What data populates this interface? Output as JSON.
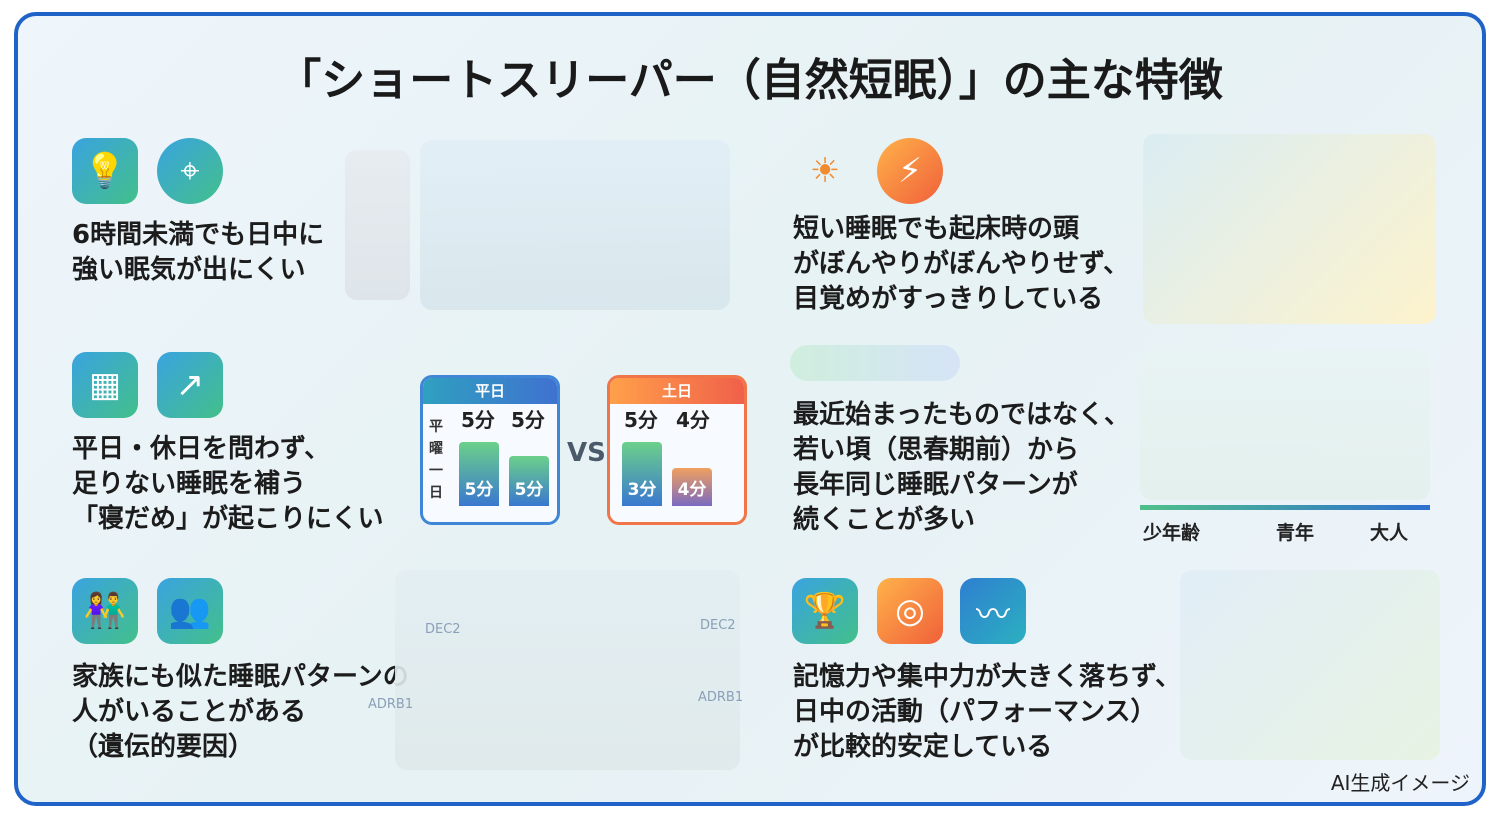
{
  "title": "「ショートスリーパー（自然短眠）」の主な特徴",
  "features": [
    {
      "text": "6時間未満でも日中に\n強い眠気が出にくい",
      "icons": [
        "lightbulb-icon",
        "target-icon"
      ]
    },
    {
      "text": "平日・休日を問わず、\n足りない睡眠を補う\n「寝だめ」が起こりにくい",
      "icons": [
        "calendar-icon",
        "chart-icon"
      ]
    },
    {
      "text": "家族にも似た睡眠パターンの\n人がいることがある\n（遺伝的要因）",
      "icons": [
        "family-icon",
        "group-icon"
      ]
    },
    {
      "text": "短い睡眠でも起床時の頭\nがぼんやりがぼんやりせず、\n目覚めがすっきりしている",
      "icons": [
        "sunrise-icon",
        "lightning-icon"
      ]
    },
    {
      "text": "最近始まったものではなく、\n若い頃（思春期前）から\n長年同じ睡眠パターンが\n続くことが多い",
      "icons": []
    },
    {
      "text": "記憶力や集中力が大きく落ちず、\n日中の活動（パフォーマンス）\nが比較的安定している",
      "icons": [
        "trophy-icon",
        "focus-icon",
        "pulse-icon"
      ]
    }
  ],
  "calendar": {
    "weekday": {
      "header": "平日",
      "side": "平\n曜\n一\n日",
      "top": [
        "5分",
        "5分"
      ],
      "bars": [
        "5分",
        "5分"
      ],
      "color": "#3f86d6"
    },
    "vs": "VS",
    "weekend": {
      "header": "土日",
      "top": [
        "5分",
        "4分"
      ],
      "bars": [
        "3分",
        "4分"
      ],
      "color": "#f0764a"
    }
  },
  "genes": [
    "DEC2",
    "DEC2",
    "ADRB1",
    "ADRB1"
  ],
  "ages": [
    "少年齢",
    "青年",
    "大人"
  ],
  "footer": "AI生成イメージ"
}
